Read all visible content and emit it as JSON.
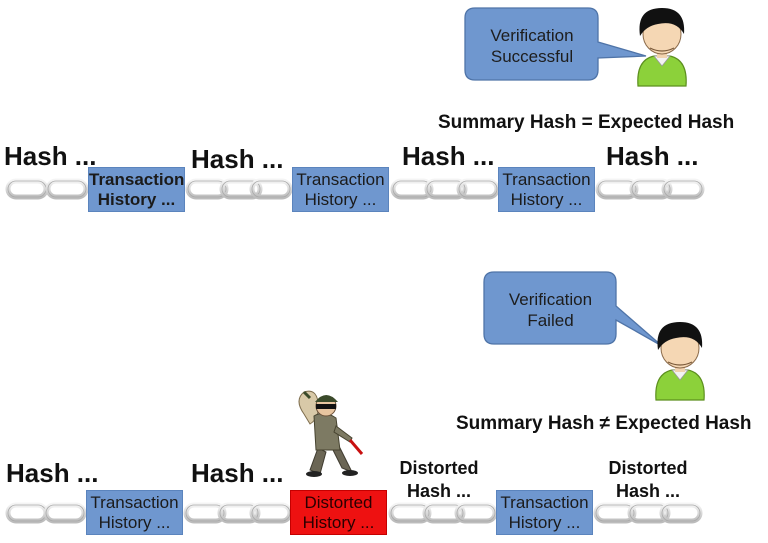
{
  "top": {
    "bubble": {
      "line1": "Verification",
      "line2": "Successful"
    },
    "equation": "Summary Hash = Expected Hash",
    "hashes": [
      "Hash ...",
      "Hash ...",
      "Hash ...",
      "Hash ..."
    ],
    "blocks": [
      {
        "line1": "Transaction",
        "line2": "History ..."
      },
      {
        "line1": "Transaction",
        "line2": "History ..."
      },
      {
        "line1": "Transaction",
        "line2": "History ..."
      }
    ]
  },
  "bottom": {
    "bubble": {
      "line1": "Verification",
      "line2": "Failed"
    },
    "equation": "Summary Hash ≠ Expected Hash",
    "hashes": [
      "Hash ...",
      "Hash ..."
    ],
    "distorted_hashes": [
      {
        "line1": "Distorted",
        "line2": "Hash ..."
      },
      {
        "line1": "Distorted",
        "line2": "Hash ..."
      }
    ],
    "blocks": [
      {
        "line1": "Transaction",
        "line2": "History ..."
      },
      {
        "line1": "Distorted",
        "line2": "History ..."
      },
      {
        "line1": "Transaction",
        "line2": "History ..."
      }
    ]
  },
  "colors": {
    "block_blue": "#6f97cf",
    "block_red": "#ee1111",
    "bubble_blue": "#6f97cf",
    "shirt_green": "#8cd13a"
  },
  "icons": [
    "verifier-person-icon",
    "speech-bubble-icon",
    "chain-link-icon",
    "thief-icon"
  ]
}
